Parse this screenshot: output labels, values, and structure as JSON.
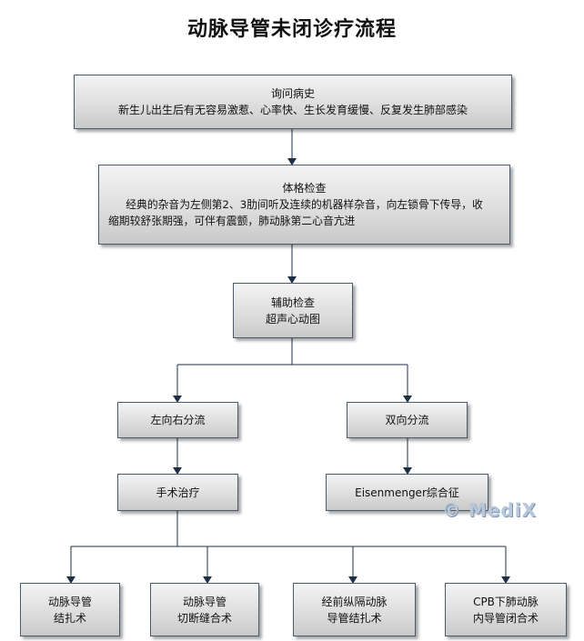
{
  "title": "动脉导管未闭诊疗流程",
  "nodes": {
    "history": {
      "title": "询问病史",
      "text": "新生儿出生后有无容易激惹、心率快、生长发育缓慢、反复发生肺部感染"
    },
    "exam": {
      "title": "体格检查",
      "line1": "经典的杂音为左侧第2、3肋间听及连续的机器样杂音，向左锁骨下传导，收",
      "line2": "缩期较舒张期强，可伴有震颤，肺动脉第二心音亢进"
    },
    "aux": {
      "line1": "辅助检查",
      "line2": "超声心动图"
    },
    "left_right": {
      "label": "左向右分流"
    },
    "bidirectional": {
      "label": "双向分流"
    },
    "surgery": {
      "label": "手术治疗"
    },
    "eisenmenger": {
      "label": "Eisenmenger综合征"
    },
    "op1": {
      "line1": "动脉导管",
      "line2": "结扎术"
    },
    "op2": {
      "line1": "动脉导管",
      "line2": "切断缝合术"
    },
    "op3": {
      "line1": "经前纵隔动脉",
      "line2": "导管结扎术"
    },
    "op4": {
      "line1": "CPB下肺动脉",
      "line2": "内导管闭合术"
    }
  },
  "watermark": "© MediX",
  "colors": {
    "line": "#1f2f44",
    "border": "#4e5a67"
  }
}
